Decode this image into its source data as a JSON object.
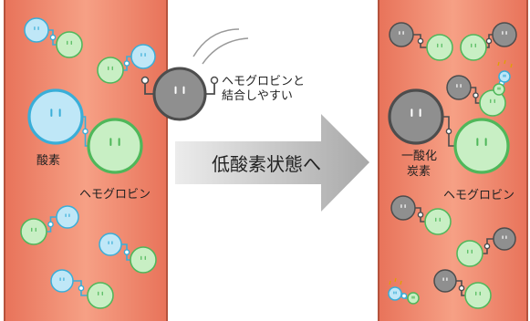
{
  "labels": {
    "co_note_line1": "ヘモグロビンと",
    "co_note_line2": "結合しやすい",
    "oxygen": "酸素",
    "hemoglobin_left": "ヘモグロビン",
    "arrow_text": "低酸素状態へ",
    "co_line1": "一酸化",
    "co_line2": "炭素",
    "hemoglobin_right": "ヘモグロビン"
  },
  "colors": {
    "vessel": "#f08a6e",
    "vessel_edge": "#b5533d",
    "hemoglobin_fill": "#c8efc4",
    "hemoglobin_stroke": "#4fb75a",
    "oxygen_fill": "#bfe7f7",
    "oxygen_stroke": "#3aaed8",
    "co_fill": "#8f8f8f",
    "co_stroke": "#4d4d4d",
    "arrow": "#b9b9b9"
  },
  "icons": [
    "oxygen-molecule-icon",
    "hemoglobin-icon",
    "carbon-monoxide-molecule-icon",
    "arrow-icon"
  ]
}
